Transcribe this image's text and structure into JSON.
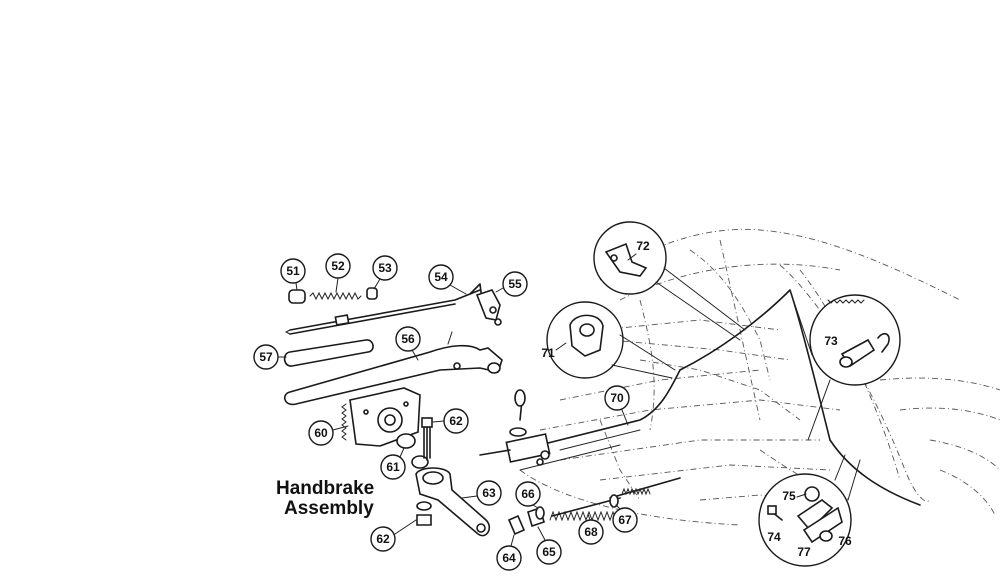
{
  "diagram": {
    "title_lines": [
      "Handbrake",
      "Assembly"
    ],
    "callouts": [
      "51",
      "52",
      "53",
      "54",
      "55",
      "56",
      "57",
      "60",
      "61",
      "62",
      "62",
      "63",
      "64",
      "65",
      "66",
      "67",
      "68",
      "70",
      "71",
      "72",
      "73",
      "74",
      "75",
      "76",
      "77"
    ]
  }
}
